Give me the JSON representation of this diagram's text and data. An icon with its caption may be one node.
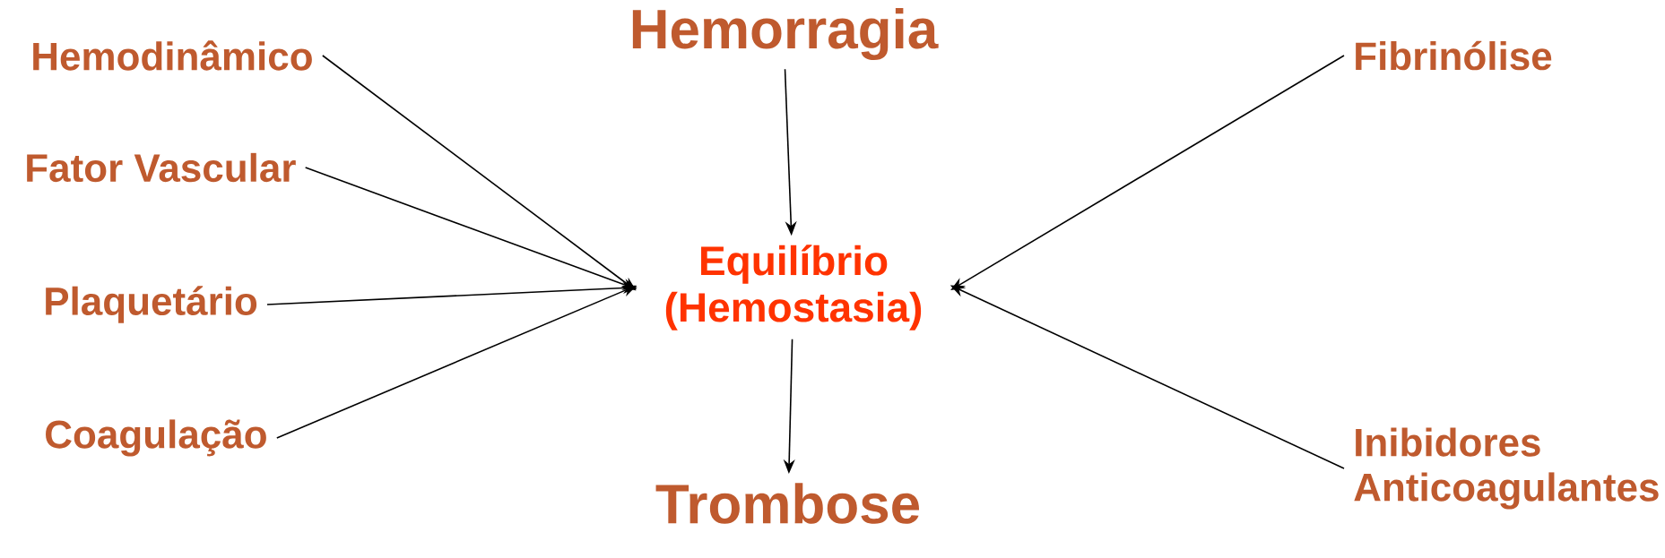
{
  "diagram": {
    "nodes": [
      {
        "text": [
          "Hemorragia"
        ]
      },
      {
        "text": [
          "Hemodinâmico"
        ]
      },
      {
        "text": [
          "Fator Vascular"
        ]
      },
      {
        "text": [
          "Plaquetário"
        ]
      },
      {
        "text": [
          "Coagulação"
        ]
      },
      {
        "text": [
          "Equilíbrio (Hemostasia)"
        ]
      },
      {
        "text": [
          "Fibrinólise"
        ]
      },
      {
        "text": [
          "Inibidores Anticoagulantes"
        ]
      },
      {
        "text": [
          "Trombose"
        ]
      }
    ],
    "edges": [
      {
        "from": 0,
        "to": 5,
        "arrow": "to"
      },
      {
        "from": 1,
        "to": 5,
        "arrow": "to"
      },
      {
        "from": 2,
        "to": 5,
        "arrow": "to"
      },
      {
        "from": 3,
        "to": 5,
        "arrow": "to"
      },
      {
        "from": 4,
        "to": 5,
        "arrow": "to"
      },
      {
        "from": 6,
        "to": 5,
        "arrow": "to"
      },
      {
        "from": 7,
        "to": 5,
        "arrow": "to"
      },
      {
        "from": 5,
        "to": 8,
        "arrow": "to"
      }
    ]
  }
}
